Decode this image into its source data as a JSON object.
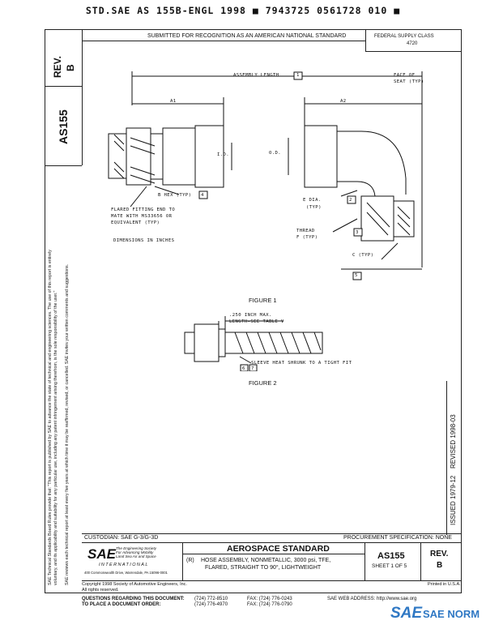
{
  "header": {
    "stamp": "STD.SAE AS 155B-ENGL 1998  ■  7943725 0561728 010  ■"
  },
  "top_bar": {
    "submitted": "SUBMITTED FOR RECOGNITION AS AN AMERICAN NATIONAL STANDARD",
    "federal_supply": "FEDERAL SUPPLY CLASS",
    "federal_code": "4720"
  },
  "left_strip": {
    "rev_label": "REV.",
    "rev_value": "B",
    "doc_number": "AS155"
  },
  "side_notes": [
    "SAE Technical Standards Board Rules provide that: \"This report is published by SAE to advance the state of technical and engineering sciences. The use of this report is entirely",
    "voluntary, and its applicability and suitability for any particular use, including any patent infringement arising therefrom, is the sole responsibility of the user.\"",
    "SAE reviews each technical report at least every five years at which time it may be reaffirmed, revised, or cancelled. SAE invites your written comments and suggestions."
  ],
  "figure1": {
    "caption": "FIGURE 1",
    "assembly_length": "ASSEMBLY LENGTH",
    "face_of_seat": "FACE OF",
    "face_of_seat2": "SEAT (TYP)",
    "a1": "A1",
    "a2": "A2",
    "id": "I.D.",
    "od": "O.D.",
    "hex": "B HEX (TYP)",
    "flared1": "FLARED FITTING END TO",
    "flared2": "MATE WITH MS33656 OR",
    "flared3": "EQUIVALENT (TYP)",
    "e_dia": "E DIA.",
    "e_typ": "(TYP)",
    "thread": "THREAD",
    "thread_typ": "F (TYP)",
    "c_typ": "C (TYP)",
    "dimensions": "DIMENSIONS IN INCHES",
    "tags": [
      "1",
      "4",
      "2",
      "3",
      "5"
    ]
  },
  "figure2": {
    "caption": "FIGURE 2",
    "max": ".250 INCH MAX.",
    "length": "LENGTH-SEE TABLE V",
    "sleeve": "SLEEVE HEAT SHRUNK TO A TIGHT FIT",
    "tags": [
      "6",
      "7"
    ]
  },
  "right_side": {
    "revised": "REVISED 1998-03",
    "issued": "ISSUED 1979-12"
  },
  "title_block": {
    "custodian": "CUSTODIAN:  SAE G-3/G-3D",
    "procurement": "PROCUREMENT SPECIFICATION:  NONE",
    "aerospace": "AEROSPACE STANDARD",
    "r_mark": "(R)",
    "title1": "HOSE ASSEMBLY, NONMETALLIC, 3000 psi, TFE,",
    "title2": "FLARED, STRAIGHT TO 90°, LIGHTWEIGHT",
    "doc": "AS155",
    "sheet": "SHEET 1 OF 5",
    "rev_label": "REV.",
    "rev_value": "B",
    "sae_logo": "SAE",
    "sae_tagline1": "The Engineering Society",
    "sae_tagline2": "For Advancing Mobility",
    "sae_tagline3": "Land Sea Air and Space",
    "sae_international": "INTERNATIONAL",
    "address": "400 Commonwealth Drive, Warrendale, PA 15096-0001"
  },
  "footer": {
    "copyright1": "Copyright 1998 Society of Automotive Engineers, Inc.",
    "copyright2": "All rights reserved.",
    "printed": "Printed in U.S.A.",
    "q1": "QUESTIONS REGARDING THIS DOCUMENT:",
    "q2": "TO PLACE A DOCUMENT ORDER:",
    "phone1": "(724) 772-8510",
    "phone2": "(724) 776-4970",
    "fax1": "FAX: (724) 776-0243",
    "fax2": "FAX: (724) 776-0790",
    "web": "SAE WEB ADDRESS: http://www.sae.org"
  },
  "watermark": {
    "logo": "SAE",
    "text": "SAE NORM"
  },
  "colors": {
    "watermark_blue": "#2f78c4",
    "ink": "#111111"
  }
}
